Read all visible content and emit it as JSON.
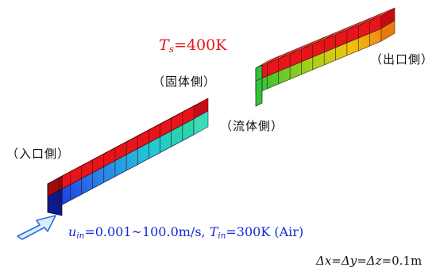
{
  "labels": {
    "solid_temp": {
      "symbol": "T",
      "sub": "s",
      "value": "=400K"
    },
    "solid_side": "（固体側）",
    "fluid_side": "（流体側）",
    "inlet_side": "（入口側）",
    "outlet_side": "（出口側）"
  },
  "flow_condition": {
    "u_symbol": "u",
    "u_sub": "in",
    "u_value": "=0.001~100.0m/s, ",
    "t_symbol": "T",
    "t_sub": "in",
    "t_value": "=300K (Air)"
  },
  "mesh": {
    "dx": "Δx",
    "dy": "Δy",
    "dz": "Δz",
    "value": "=0.1m"
  },
  "colors": {
    "solid_red": "#e8141a",
    "inlet_blue": "#1a2ee0",
    "arrow_fill": "#dcecff",
    "arrow_stroke": "#2a6fd8"
  }
}
